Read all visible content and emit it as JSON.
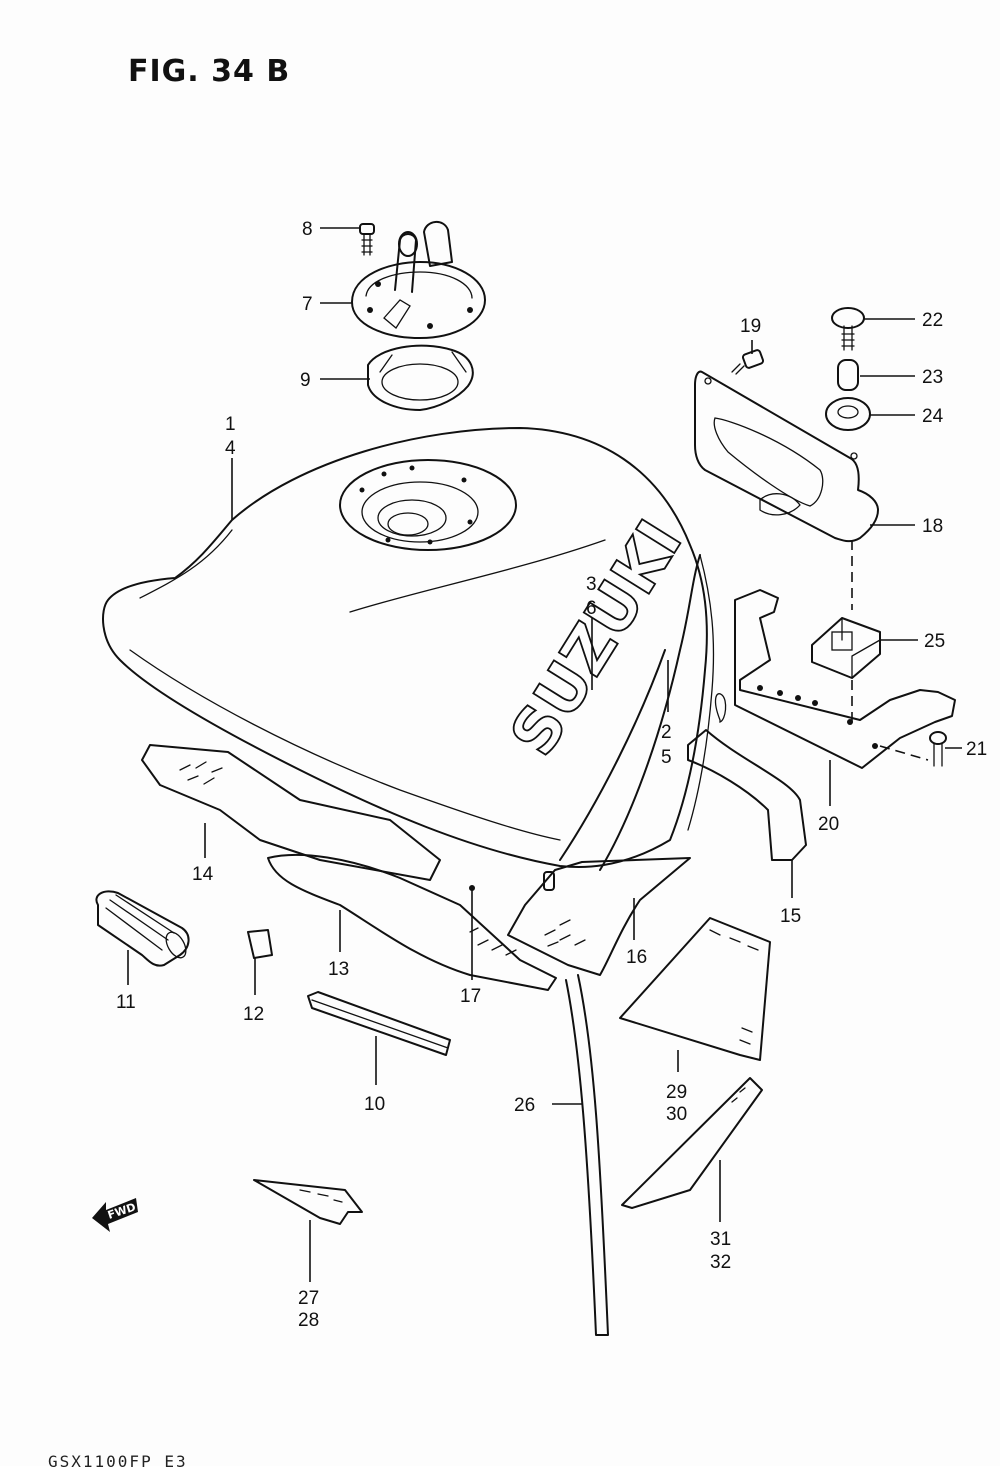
{
  "figure": {
    "title": "FIG. 34 B",
    "model_code": "GSX1100FP E3",
    "brand_text": "SUZUKI",
    "fwd_label": "FWD"
  },
  "callouts": [
    {
      "id": "c8",
      "lines": [
        "8"
      ]
    },
    {
      "id": "c7",
      "lines": [
        "7"
      ]
    },
    {
      "id": "c9",
      "lines": [
        "9"
      ]
    },
    {
      "id": "c1-4",
      "lines": [
        "1",
        "4"
      ]
    },
    {
      "id": "c19",
      "lines": [
        "19"
      ]
    },
    {
      "id": "c22",
      "lines": [
        "22"
      ]
    },
    {
      "id": "c23",
      "lines": [
        "23"
      ]
    },
    {
      "id": "c24",
      "lines": [
        "24"
      ]
    },
    {
      "id": "c18",
      "lines": [
        "18"
      ]
    },
    {
      "id": "c3-6",
      "lines": [
        "3",
        "6"
      ]
    },
    {
      "id": "c25",
      "lines": [
        "25"
      ]
    },
    {
      "id": "c2-5",
      "lines": [
        "2",
        "5"
      ]
    },
    {
      "id": "c21",
      "lines": [
        "21"
      ]
    },
    {
      "id": "c20",
      "lines": [
        "20"
      ]
    },
    {
      "id": "c15",
      "lines": [
        "15"
      ]
    },
    {
      "id": "c14",
      "lines": [
        "14"
      ]
    },
    {
      "id": "c16",
      "lines": [
        "16"
      ]
    },
    {
      "id": "c13",
      "lines": [
        "13"
      ]
    },
    {
      "id": "c17",
      "lines": [
        "17"
      ]
    },
    {
      "id": "c11",
      "lines": [
        "11"
      ]
    },
    {
      "id": "c12",
      "lines": [
        "12"
      ]
    },
    {
      "id": "c10",
      "lines": [
        "10"
      ]
    },
    {
      "id": "c29-30",
      "lines": [
        "29",
        "30"
      ]
    },
    {
      "id": "c26",
      "lines": [
        "26"
      ]
    },
    {
      "id": "c31-32",
      "lines": [
        "31",
        "32"
      ]
    },
    {
      "id": "c27-28",
      "lines": [
        "27",
        "28"
      ]
    }
  ]
}
